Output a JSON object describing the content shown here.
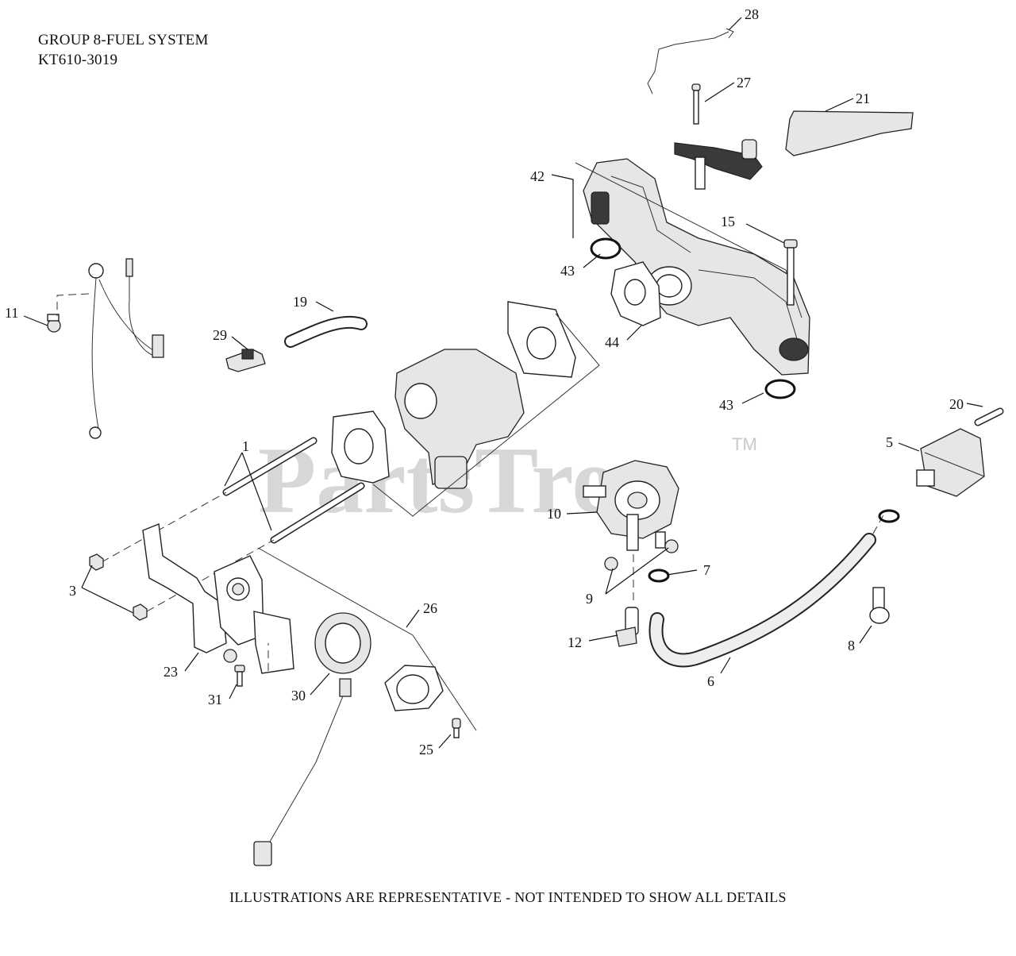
{
  "header": {
    "line1": "GROUP 8-FUEL SYSTEM",
    "line2": "KT610-3019"
  },
  "watermark": {
    "text": "PartsTree",
    "tm": "TM"
  },
  "footer": {
    "text": "ILLUSTRATIONS ARE REPRESENTATIVE - NOT INTENDED TO SHOW ALL DETAILS"
  },
  "callouts": {
    "c28": "28",
    "c27": "27",
    "c21": "21",
    "c42": "42",
    "c15": "15",
    "c43a": "43",
    "c44": "44",
    "c43b": "43",
    "c11": "11",
    "c19": "19",
    "c29": "29",
    "c20": "20",
    "c5": "5",
    "c1": "1",
    "c10": "10",
    "c7": "7",
    "c9": "9",
    "c3": "3",
    "c26": "26",
    "c12": "12",
    "c8": "8",
    "c6": "6",
    "c23": "23",
    "c31": "31",
    "c30": "30",
    "c25": "25"
  }
}
